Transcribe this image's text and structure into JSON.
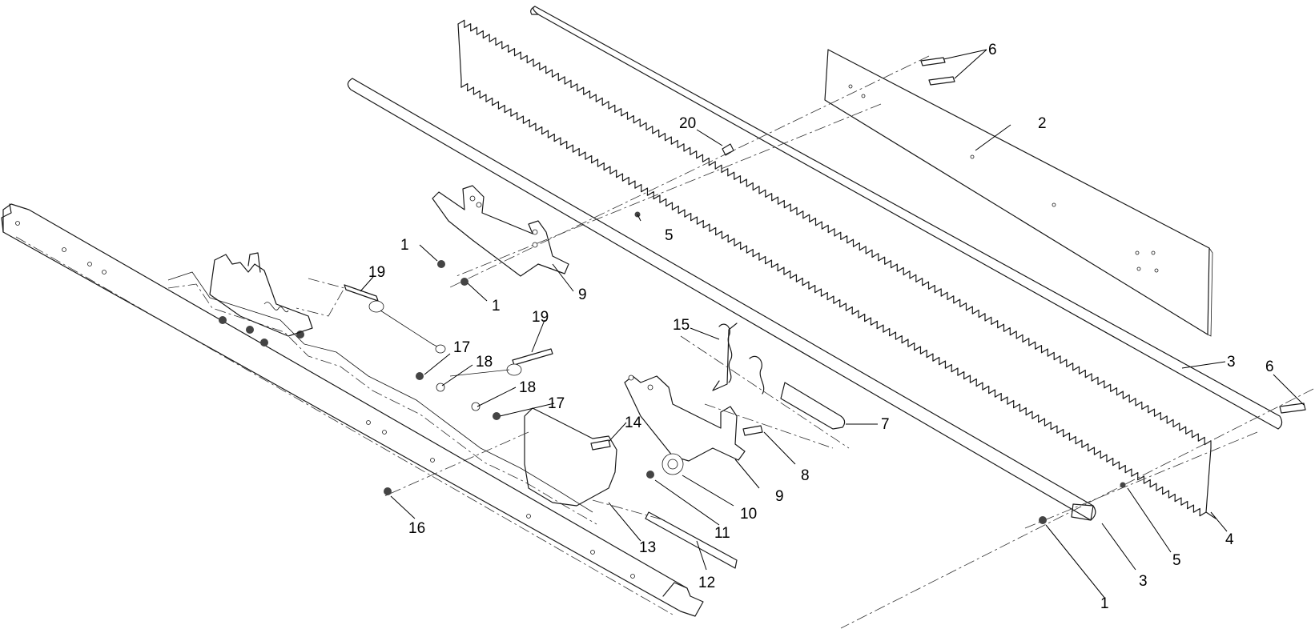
{
  "callouts": [
    {
      "id": "c-6a",
      "text": "6"
    },
    {
      "id": "c-2",
      "text": "2"
    },
    {
      "id": "c-20",
      "text": "20"
    },
    {
      "id": "c-5a",
      "text": "5"
    },
    {
      "id": "c-1a",
      "text": "1"
    },
    {
      "id": "c-1b",
      "text": "1"
    },
    {
      "id": "c-9a",
      "text": "9"
    },
    {
      "id": "c-19a",
      "text": "19"
    },
    {
      "id": "c-19b",
      "text": "19"
    },
    {
      "id": "c-17a",
      "text": "17"
    },
    {
      "id": "c-18a",
      "text": "18"
    },
    {
      "id": "c-18b",
      "text": "18"
    },
    {
      "id": "c-17b",
      "text": "17"
    },
    {
      "id": "c-15",
      "text": "15"
    },
    {
      "id": "c-3a",
      "text": "3"
    },
    {
      "id": "c-6b",
      "text": "6"
    },
    {
      "id": "c-7",
      "text": "7"
    },
    {
      "id": "c-14",
      "text": "14"
    },
    {
      "id": "c-8",
      "text": "8"
    },
    {
      "id": "c-9b",
      "text": "9"
    },
    {
      "id": "c-10",
      "text": "10"
    },
    {
      "id": "c-11",
      "text": "11"
    },
    {
      "id": "c-13",
      "text": "13"
    },
    {
      "id": "c-16",
      "text": "16"
    },
    {
      "id": "c-12",
      "text": "12"
    },
    {
      "id": "c-4",
      "text": "4"
    },
    {
      "id": "c-5b",
      "text": "5"
    },
    {
      "id": "c-3b",
      "text": "3"
    },
    {
      "id": "c-1c",
      "text": "1"
    }
  ]
}
